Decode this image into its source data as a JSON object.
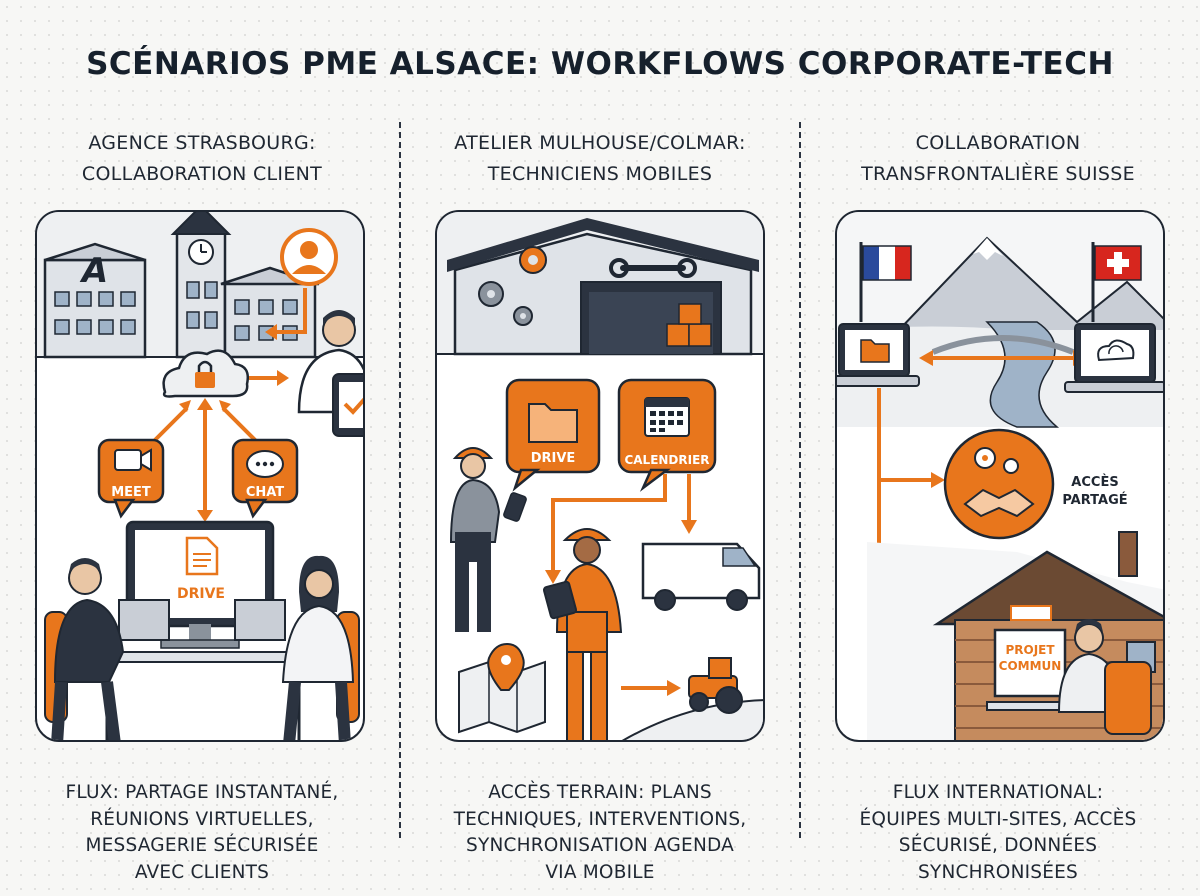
{
  "title": "SCÉNARIOS PME ALSACE: WORKFLOWS CORPORATE-TECH",
  "colors": {
    "accent": "#e8761c",
    "outline": "#1f2732",
    "panel_bg": "#ffffff",
    "light_fill": "#eef0f2"
  },
  "columns": [
    {
      "title_lines": [
        "AGENCE STRASBOURG:",
        "COLLABORATION CLIENT"
      ],
      "desc_lines": [
        "FLUX: PARTAGE INSTANTANÉ,",
        "RÉUNIONS VIRTUELLES,",
        "MESSAGERIE SÉCURISÉE",
        "AVEC CLIENTS"
      ],
      "labels": {
        "logo": "A",
        "meet": "MEET",
        "chat": "CHAT",
        "drive": "DRIVE"
      }
    },
    {
      "title_lines": [
        "ATELIER MULHOUSE/COLMAR:",
        "TECHNICIENS MOBILES"
      ],
      "desc_lines": [
        "ACCÈS TERRAIN: PLANS",
        "TECHNIQUES, INTERVENTIONS,",
        "SYNCHRONISATION AGENDA",
        "VIA MOBILE"
      ],
      "labels": {
        "drive": "DRIVE",
        "calendar": "CALENDRIER"
      }
    },
    {
      "title_lines": [
        "COLLABORATION",
        "TRANSFRONTALIÈRE SUISSE"
      ],
      "desc_lines": [
        "FLUX INTERNATIONAL:",
        "ÉQUIPES MULTI-SITES, ACCÈS",
        "SÉCURISÉ, DONNÉES",
        "SYNCHRONISÉES"
      ],
      "labels": {
        "access_line1": "ACCÈS",
        "access_line2": "PARTAGÉ",
        "project_line1": "PROJET",
        "project_line2": "COMMUN"
      }
    }
  ],
  "icons": [
    "lock-cloud-icon",
    "video-camera-icon",
    "chat-bubble-icon",
    "document-icon",
    "folder-icon",
    "calendar-icon",
    "gear-icon",
    "wrench-icon",
    "map-pin-icon",
    "tractor-icon",
    "van-icon",
    "smartphone-icon",
    "tablet-icon",
    "clock-icon",
    "france-flag-icon",
    "switzerland-flag-icon",
    "sync-cloud-icon",
    "handshake-icon",
    "mountain-icon",
    "bridge-icon",
    "laptop-icon"
  ]
}
